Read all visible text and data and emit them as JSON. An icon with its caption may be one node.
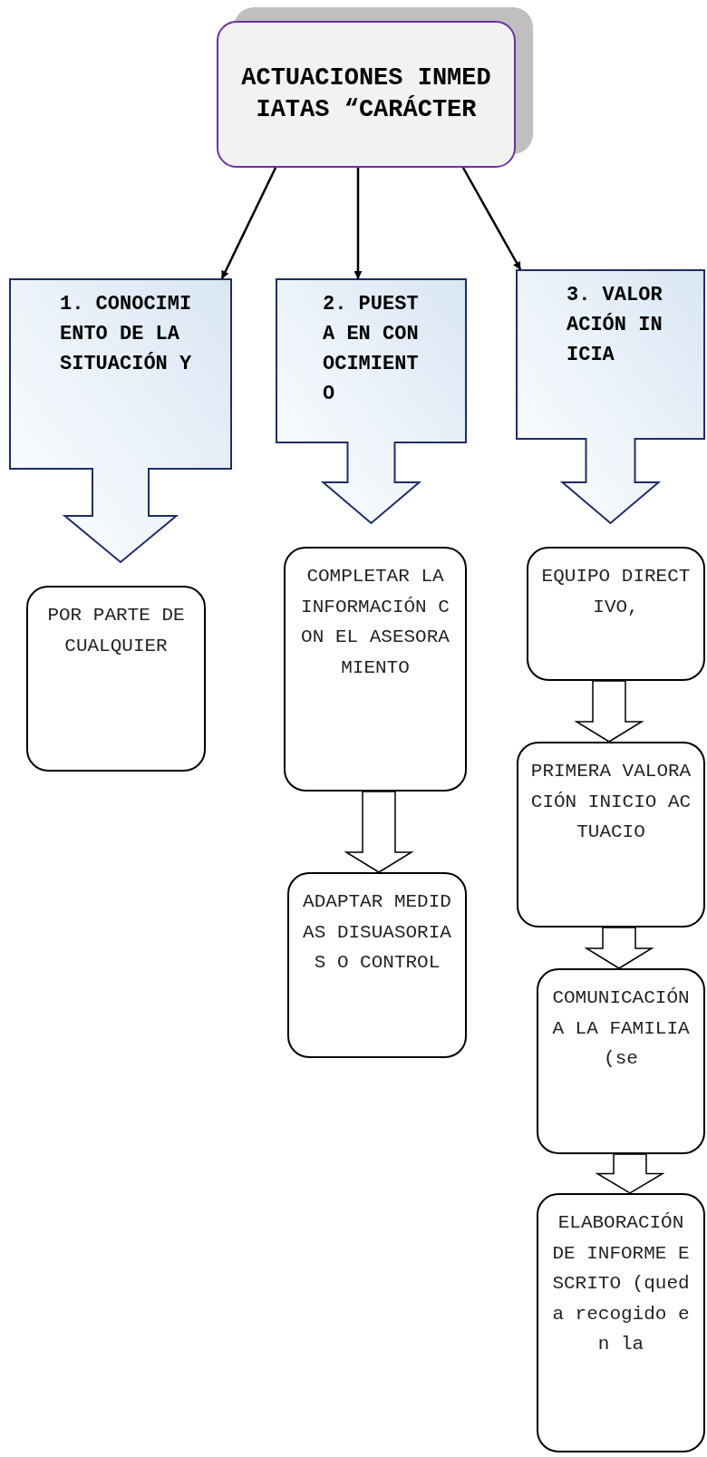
{
  "diagram": {
    "nodes": [
      {
        "text": [
          "ACTUACIONES INMEDIATAS “CARÁCTER"
        ]
      },
      {
        "text": [
          "1. CONOCIMIENTO DE LA SITUACIÓN Y"
        ]
      },
      {
        "text": [
          "2. PUESTA EN CONOCIMIENTO"
        ]
      },
      {
        "text": [
          "3. VALORACIÓN INICIA"
        ]
      },
      {
        "text": [
          "POR PARTE DE CUALQUIER"
        ]
      },
      {
        "text": [
          "COMPLETAR LA INFORMACIÓN CON EL ASESORAMIENTO"
        ]
      },
      {
        "text": [
          "ADAPTAR MEDIDAS DISUASORIAS O CONTROL"
        ]
      },
      {
        "text": [
          "EQUIPO DIRECTIVO,"
        ]
      },
      {
        "text": [
          "PRIMERA VALORACIÓN INICIO ACTUACIO"
        ]
      },
      {
        "text": [
          "COMUNICACIÓN A LA FAMILIA (se"
        ]
      },
      {
        "text": [
          "ELABORACIÓN DE INFORME ESCRITO (queda recogido en la"
        ]
      }
    ],
    "edges": [
      {
        "from": 0,
        "to": 1,
        "arrow": "to"
      },
      {
        "from": 0,
        "to": 2,
        "arrow": "to"
      },
      {
        "from": 0,
        "to": 3,
        "arrow": "to"
      },
      {
        "from": 5,
        "to": 6,
        "arrow": "to"
      },
      {
        "from": 7,
        "to": 8,
        "arrow": "to"
      },
      {
        "from": 8,
        "to": 9,
        "arrow": "to"
      },
      {
        "from": 9,
        "to": 10,
        "arrow": "to"
      }
    ]
  }
}
